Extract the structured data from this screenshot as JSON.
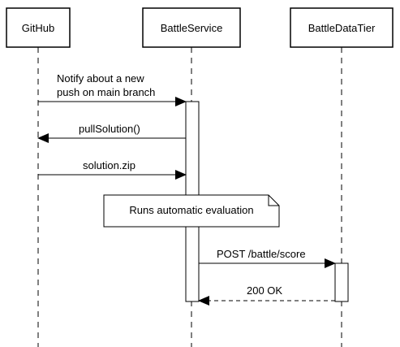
{
  "participants": [
    {
      "id": "github",
      "label": "GitHub"
    },
    {
      "id": "battle-service",
      "label": "BattleService"
    },
    {
      "id": "battle-data-tier",
      "label": "BattleDataTier"
    }
  ],
  "messages": [
    {
      "line1": "Notify about a new",
      "line2": "push on main branch"
    },
    {
      "label": "pullSolution()"
    },
    {
      "label": "solution.zip"
    },
    {
      "label": "POST /battle/score"
    },
    {
      "label": "200 OK"
    }
  ],
  "note": {
    "text": "Runs automatic evaluation"
  }
}
